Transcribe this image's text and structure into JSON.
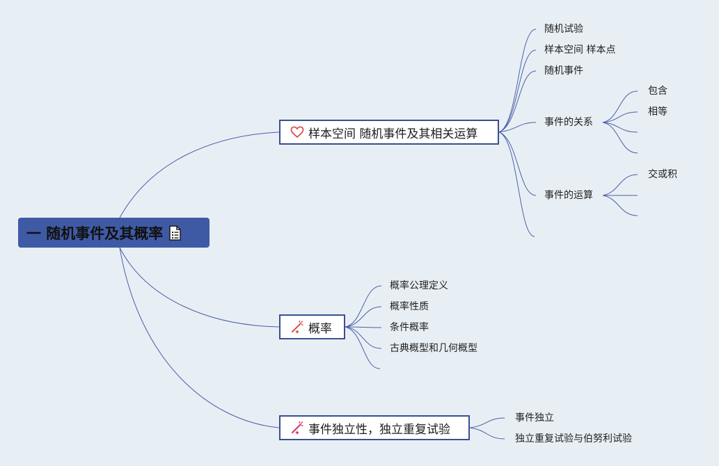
{
  "root": {
    "label": "一 随机事件及其概率",
    "icon": "document-list-icon"
  },
  "branches": [
    {
      "label": "样本空间 随机事件及其相关运算",
      "icon": "heart-icon",
      "icon_color": "#d9534f",
      "children": [
        {
          "label": "随机试验"
        },
        {
          "label": "样本空间 样本点"
        },
        {
          "label": "随机事件"
        },
        {
          "label": "事件的关系",
          "children": [
            "包含",
            "相等",
            "",
            ""
          ]
        },
        {
          "label": "事件的运算",
          "children": [
            "交或积",
            "",
            ""
          ]
        },
        {
          "label": ""
        }
      ]
    },
    {
      "label": "概率",
      "icon": "sparkle-icon",
      "icon_color": "#d9534f",
      "children": [
        {
          "label": "概率公理定义"
        },
        {
          "label": "概率性质"
        },
        {
          "label": "条件概率"
        },
        {
          "label": "古典概型和几何概型"
        },
        {
          "label": ""
        }
      ]
    },
    {
      "label": "事件独立性，独立重复试验",
      "icon": "sparkle-icon",
      "icon_color": "#d6336c",
      "children": [
        {
          "label": "事件独立"
        },
        {
          "label": "独立重复试验与伯努利试验"
        }
      ]
    }
  ],
  "colors": {
    "background": "#e8eff4",
    "root_fill": "#3f5aa5",
    "connector": "#4a5fa8",
    "branch_border": "#3a4f8e"
  }
}
